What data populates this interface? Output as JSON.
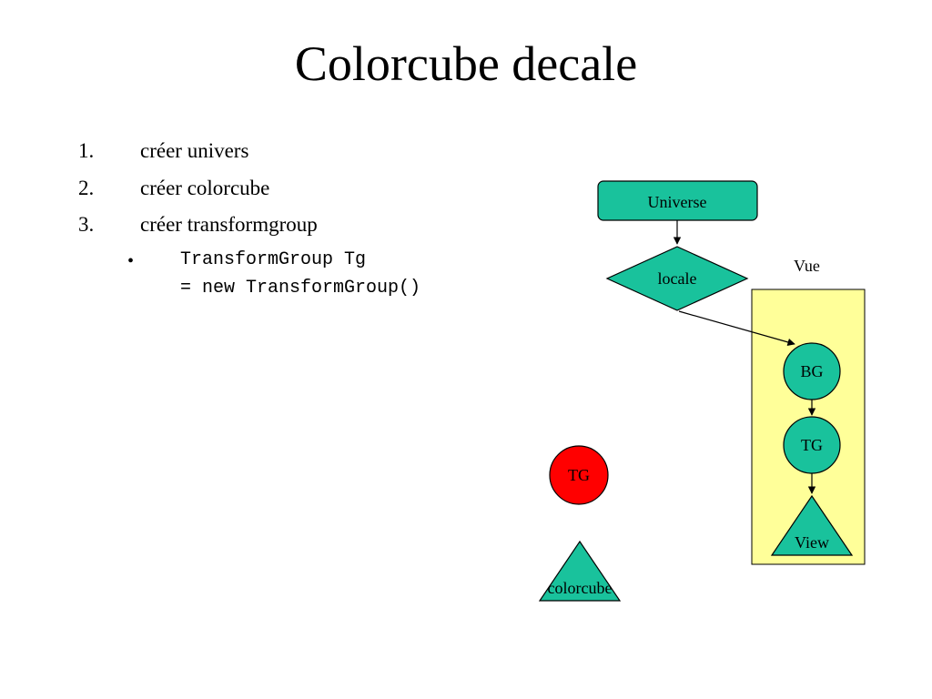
{
  "slide": {
    "title": "Colorcube decale",
    "steps": [
      {
        "number": "1.",
        "text": "créer univers"
      },
      {
        "number": "2.",
        "text": "créer colorcube"
      },
      {
        "number": "3.",
        "text": "créer transformgroup"
      }
    ],
    "bullet": "•",
    "code_lines": [
      "TransformGroup Tg",
      "= new TransformGroup()"
    ]
  },
  "diagram": {
    "colors": {
      "node_fill": "#19c29c",
      "active_fill": "#ff0000",
      "view_panel_fill": "#ffff99",
      "stroke": "#000000"
    },
    "universe": "Universe",
    "locale": "locale",
    "view_label": "Vue",
    "bg": "BG",
    "tg_view": "TG",
    "view": "View",
    "tg_red": "TG",
    "colorcube": "colorcube"
  }
}
